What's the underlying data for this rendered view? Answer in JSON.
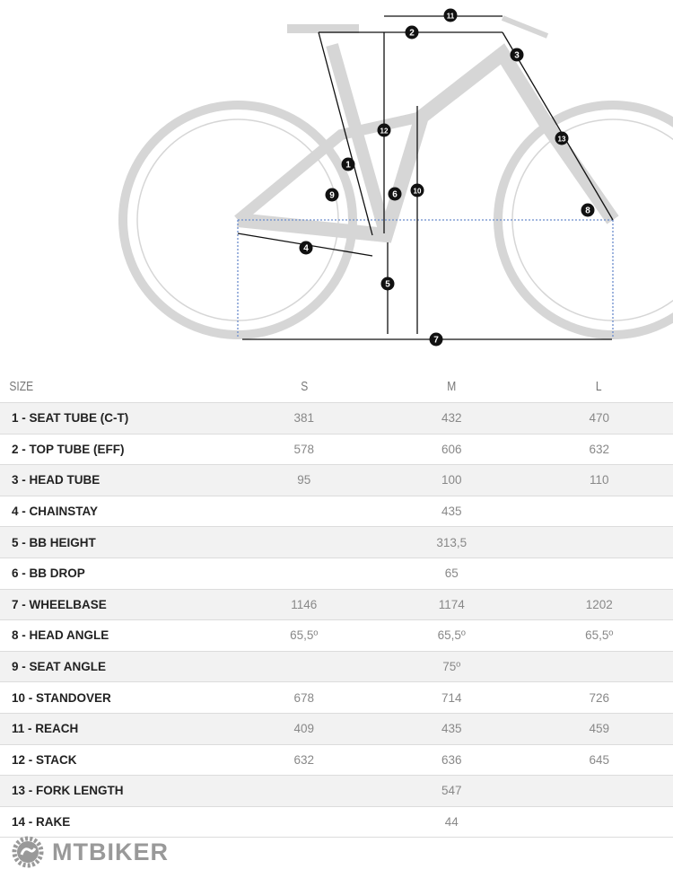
{
  "table": {
    "headers": [
      "SIZE",
      "S",
      "M",
      "L"
    ],
    "rows": [
      {
        "label": "1 - SEAT TUBE (C-T)",
        "values": [
          "381",
          "432",
          "470"
        ]
      },
      {
        "label": "2 - TOP TUBE (EFF)",
        "values": [
          "578",
          "606",
          "632"
        ]
      },
      {
        "label": "3 - HEAD TUBE",
        "values": [
          "95",
          "100",
          "110"
        ]
      },
      {
        "label": "4 - CHAINSTAY",
        "all": "435"
      },
      {
        "label": "5 - BB HEIGHT",
        "all": "313,5"
      },
      {
        "label": "6 - BB DROP",
        "all": "65"
      },
      {
        "label": "7 - WHEELBASE",
        "values": [
          "1146",
          "1174",
          "1202"
        ]
      },
      {
        "label": "8 - HEAD ANGLE",
        "values": [
          "65,5º",
          "65,5º",
          "65,5º"
        ]
      },
      {
        "label": "9 - SEAT ANGLE",
        "all": "75º"
      },
      {
        "label": "10 - STANDOVER",
        "values": [
          "678",
          "714",
          "726"
        ]
      },
      {
        "label": "11 - REACH",
        "values": [
          "409",
          "435",
          "459"
        ]
      },
      {
        "label": "12 - STACK",
        "values": [
          "632",
          "636",
          "645"
        ]
      },
      {
        "label": "13 - FORK LENGTH",
        "all": "547"
      },
      {
        "label": "14 - RAKE",
        "all": "44"
      }
    ]
  },
  "diagram": {
    "markers": [
      "1",
      "2",
      "3",
      "4",
      "5",
      "6",
      "7",
      "8",
      "9",
      "10",
      "11",
      "12",
      "13"
    ]
  },
  "logo": {
    "text": "MTBIKER"
  },
  "colors": {
    "shade": "#f2f2f2",
    "bike": "#d6d6d6",
    "marker": "#111111"
  }
}
